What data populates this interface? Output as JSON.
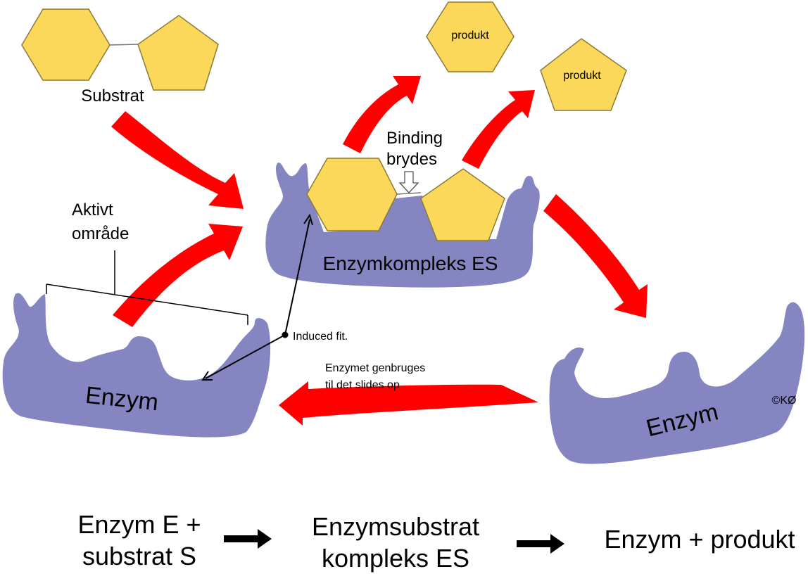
{
  "colors": {
    "enzyme": "#8585c2",
    "substrate": "#fcd85a",
    "substrate_stroke": "#8a7a3a",
    "arrow_red": "#ff0000",
    "line": "#000000"
  },
  "labels": {
    "substrate": "Substrat",
    "product1": "produkt",
    "product2": "produkt",
    "binding_line1": "Binding",
    "binding_line2": "brydes",
    "active_site_line1": "Aktivt",
    "active_site_line2": "område",
    "complex": "Enzymkompleks ES",
    "induced_fit": "Induced fit.",
    "recycle_line1": "Enzymet genbruges",
    "recycle_line2": "til det slides op",
    "enzyme_left": "Enzym",
    "enzyme_right": "Enzym",
    "copyright": "©KØ"
  },
  "equation": {
    "left_line1": "Enzym E +",
    "left_line2": "substrat S",
    "middle_line1": "Enzymsubstrat",
    "middle_line2": "kompleks ES",
    "right": "Enzym + produkt"
  }
}
